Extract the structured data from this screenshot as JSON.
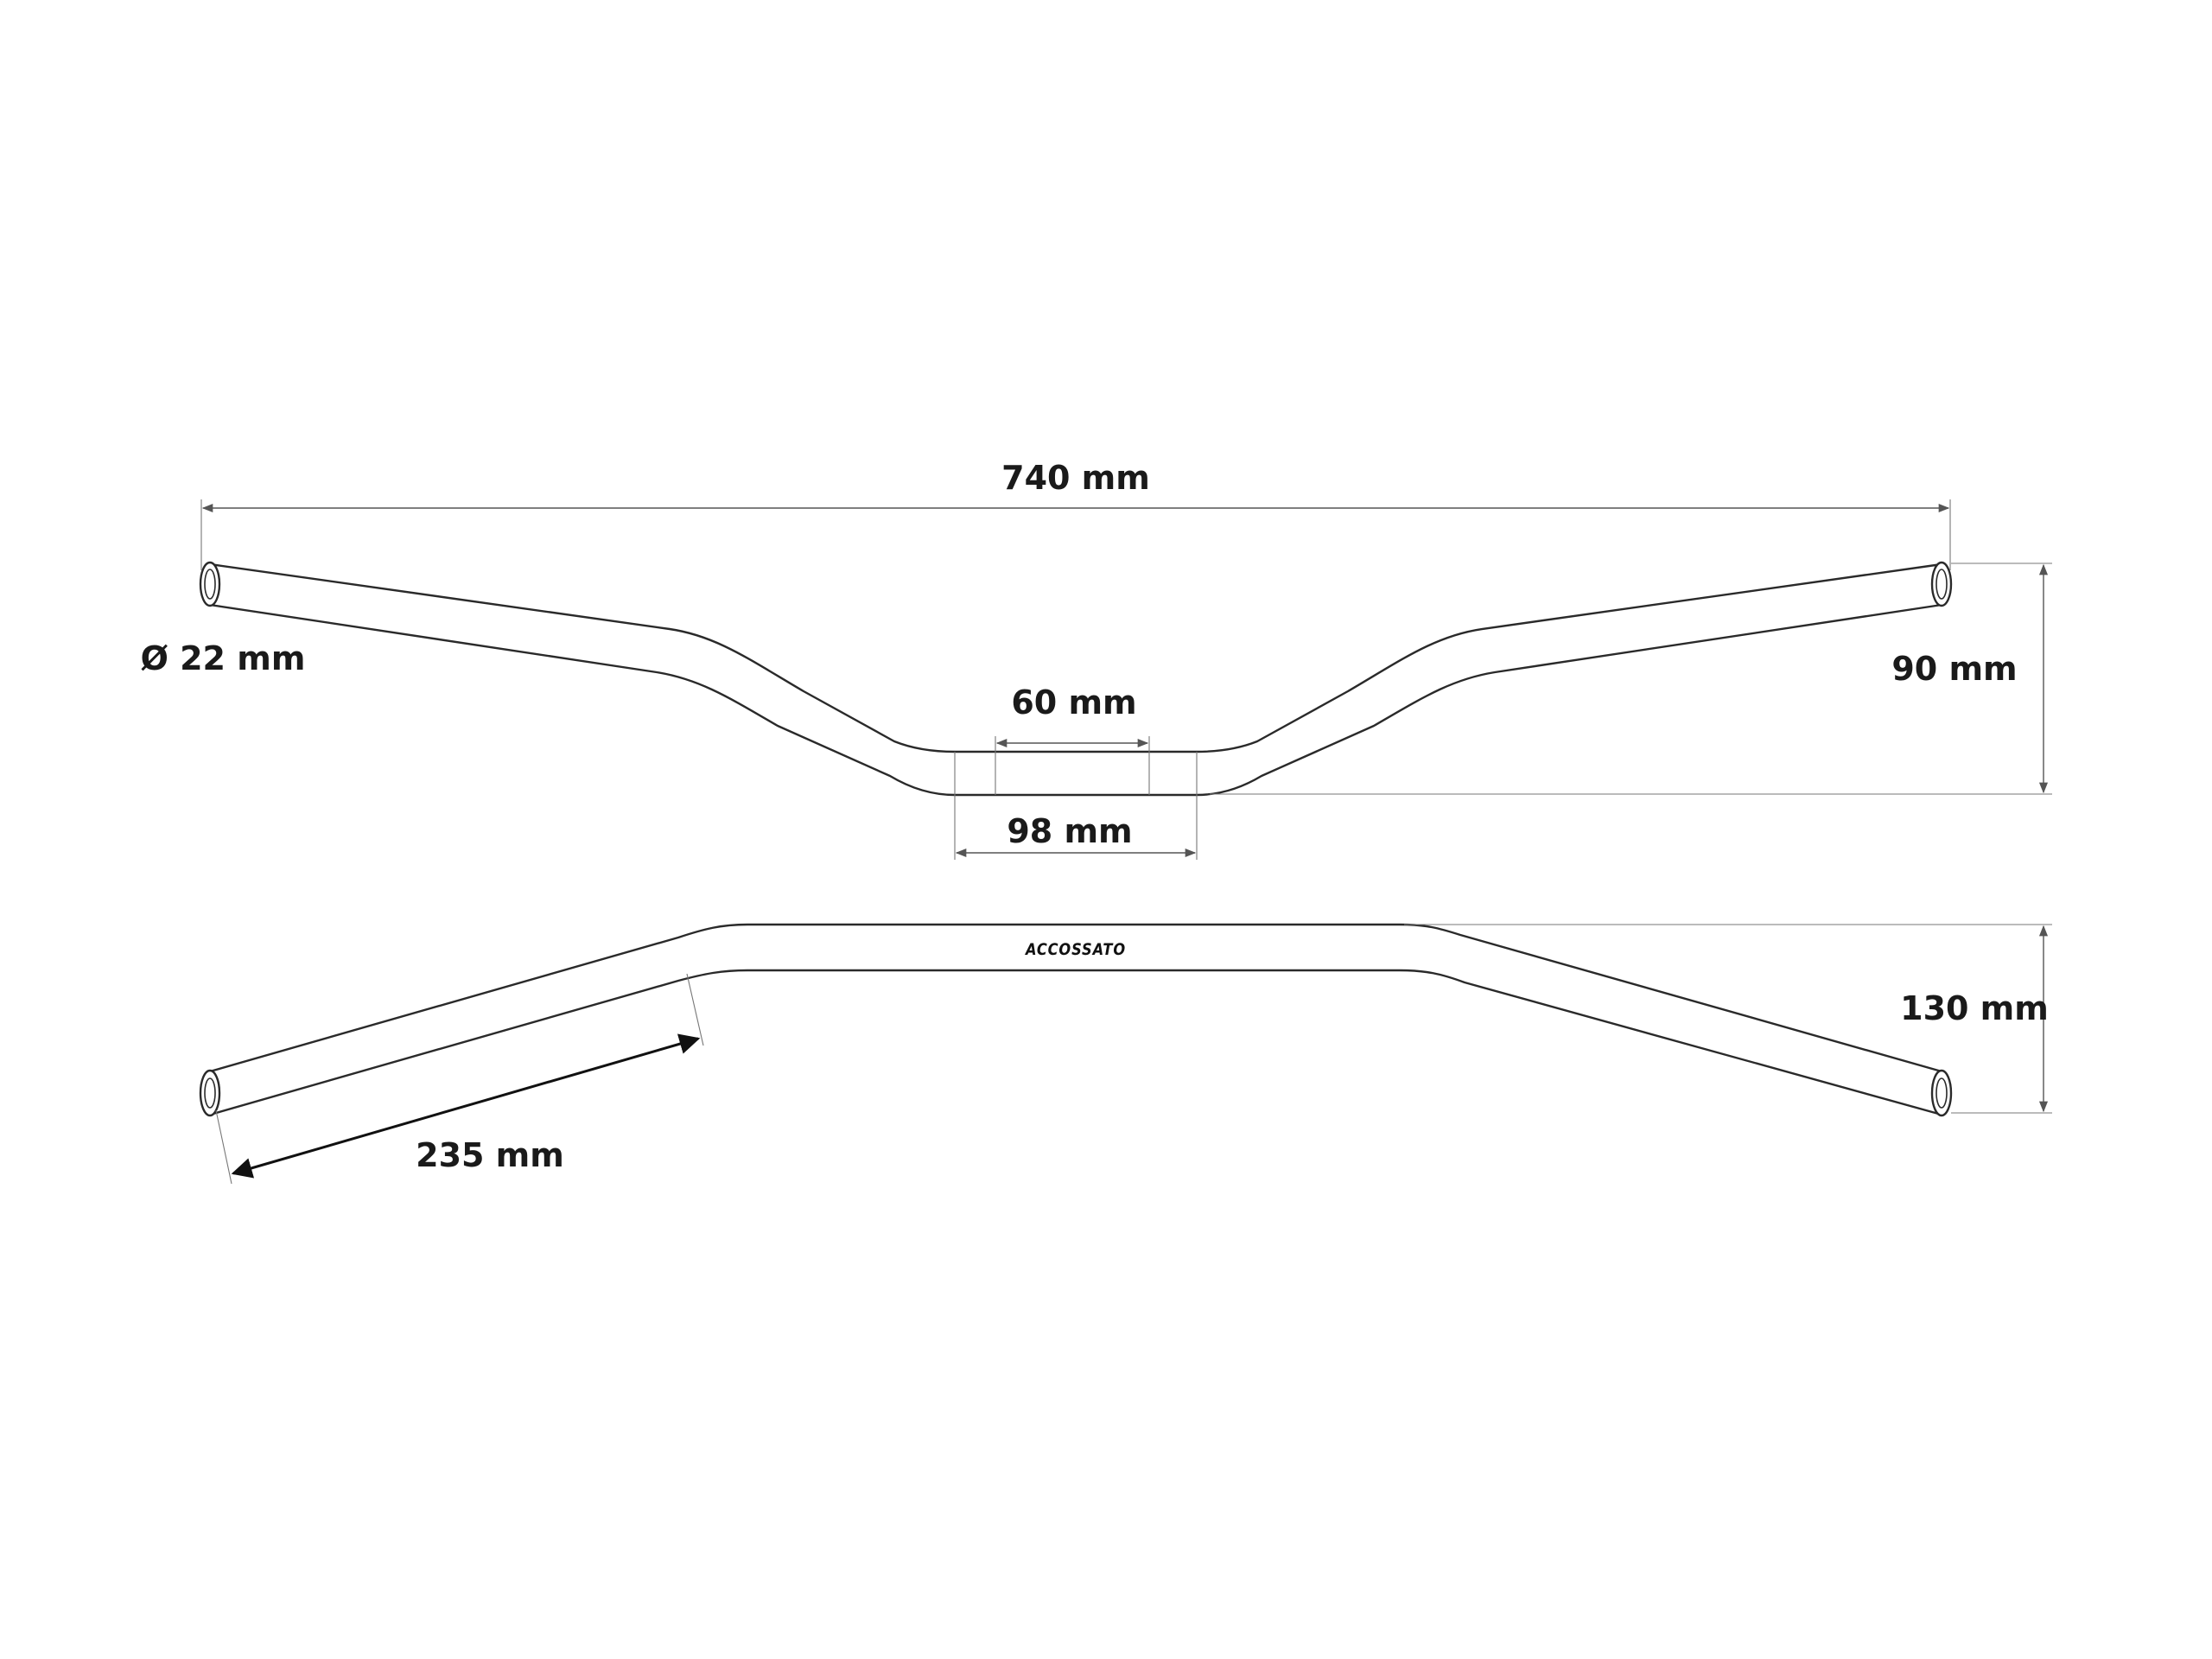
{
  "dimensions": {
    "width": "740 mm",
    "diameter": "Ø 22 mm",
    "rise": "90 mm",
    "clamp_inner": "60 mm",
    "clamp_outer": "98 mm",
    "pullback": "130 mm",
    "grip_length": "235 mm"
  },
  "brand": {
    "logo_text": "ACCOSSATO"
  },
  "colors": {
    "line": "#2a2a2a",
    "dimension": "#555555",
    "text": "#1a1a1a"
  }
}
